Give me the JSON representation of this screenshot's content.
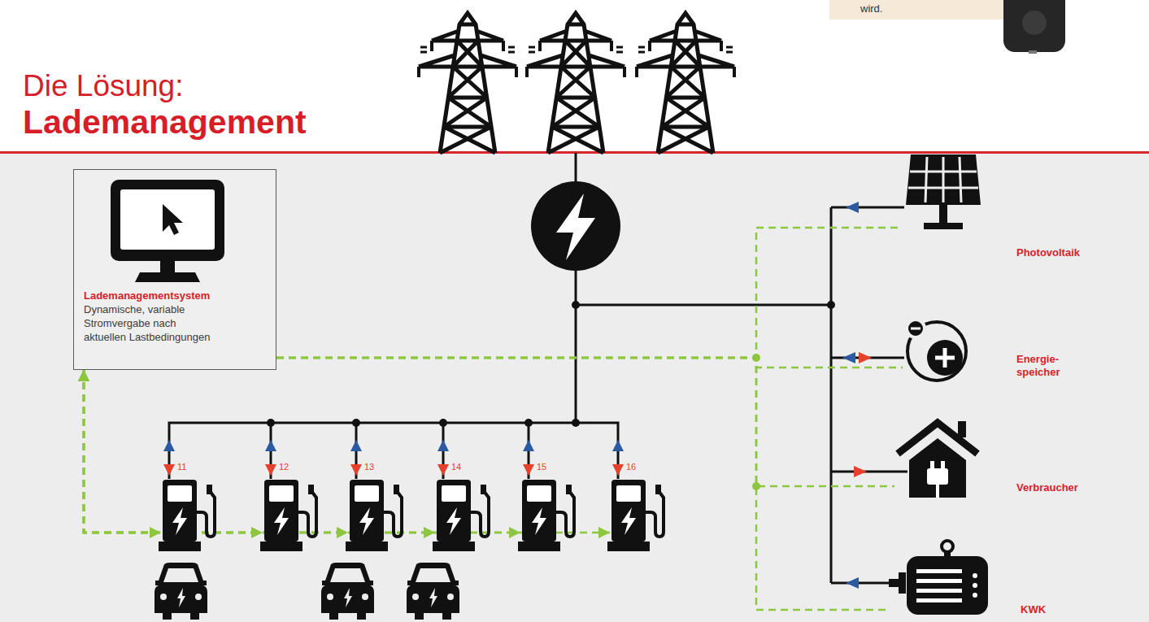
{
  "diagram": {
    "title": "Die Lösung: Lademanagement",
    "nodes": [
      {
        "text": [
          "Lademanagementsystem",
          "Dynamische, variable Stromvergabe nach aktuellen Lastbedingungen"
        ]
      },
      {
        "text": [
          "11"
        ]
      },
      {
        "text": [
          "12"
        ]
      },
      {
        "text": [
          "13"
        ]
      },
      {
        "text": [
          "14"
        ]
      },
      {
        "text": [
          "15"
        ]
      },
      {
        "text": [
          "16"
        ]
      },
      {
        "text": [
          "Photovoltaik"
        ]
      },
      {
        "text": [
          "Energie- speicher"
        ]
      },
      {
        "text": [
          "Verbraucher"
        ]
      },
      {
        "text": [
          "KWK"
        ]
      }
    ],
    "edges": [
      {
        "from": 0,
        "to": 1,
        "arrow": "both"
      },
      {
        "from": 0,
        "to": 2,
        "arrow": "both"
      },
      {
        "from": 0,
        "to": 3,
        "arrow": "both"
      },
      {
        "from": 0,
        "to": 4,
        "arrow": "both"
      },
      {
        "from": 0,
        "to": 5,
        "arrow": "both"
      },
      {
        "from": 0,
        "to": 6,
        "arrow": "both"
      },
      {
        "from": 0,
        "to": 7,
        "arrow": "none"
      },
      {
        "from": 0,
        "to": 8,
        "arrow": "none"
      },
      {
        "from": 0,
        "to": 9,
        "arrow": "none"
      },
      {
        "from": 0,
        "to": 10,
        "arrow": "none"
      }
    ],
    "labels": [
      "wird."
    ]
  }
}
